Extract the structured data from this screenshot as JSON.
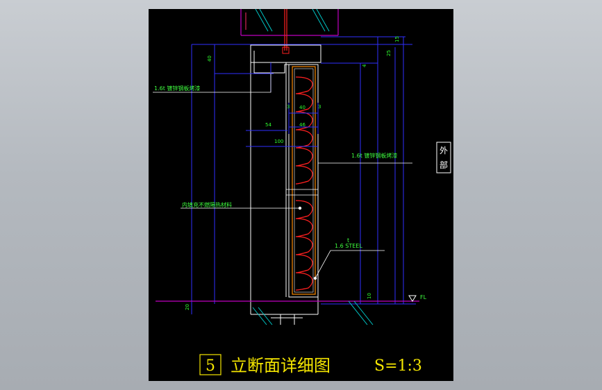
{
  "title": {
    "number": "5",
    "text": "立断面详细图",
    "scale": "S=1:3"
  },
  "notes": {
    "galv_upper": "1.6t 镀锌钢板烤漆",
    "galv_right": "1.6t 镀锌钢板烤漆",
    "insulation": "内填充不燃隔热材料",
    "steel": "1.6 STEEL",
    "steel_sup": "t",
    "fl": "FL",
    "exterior_1": "外",
    "exterior_2": "部"
  },
  "dimensions": {
    "d15": "15",
    "d25": "25",
    "d4": "4",
    "d40_left": "40",
    "d40": "40",
    "d46": "46",
    "d54": "54",
    "d100": "100",
    "d3a": "3",
    "d3b": "3",
    "d10": "10",
    "d20": "20"
  },
  "colors": {
    "background": "#000000",
    "dimension": "#2f2fff",
    "outline": "#ffffff",
    "insulation": "#ff2020",
    "text": "#2fff2f",
    "title": "#f5e600",
    "magenta": "#c000c0",
    "cyan": "#00c8c8",
    "orange": "#ff8c00"
  }
}
